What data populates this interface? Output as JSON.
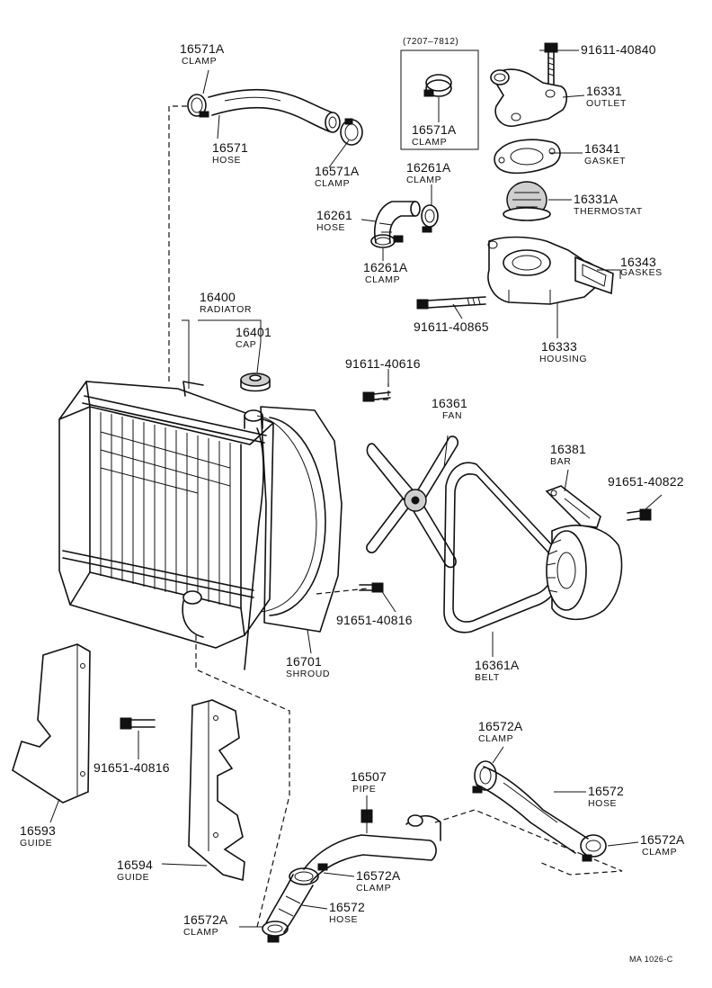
{
  "variant_note": "(7207–7812)",
  "footer_code": "MA  1026-C",
  "callouts": {
    "c16571a_top": {
      "number": "16571A",
      "name": "CLAMP"
    },
    "c16571": {
      "number": "16571",
      "name": "HOSE"
    },
    "c16571a_right": {
      "number": "16571A",
      "name": "CLAMP"
    },
    "c16571a_box": {
      "number": "16571A",
      "name": "CLAMP"
    },
    "c91611_40840": {
      "number": "91611-40840",
      "name": ""
    },
    "c16331": {
      "number": "16331",
      "name": "OUTLET"
    },
    "c16341": {
      "number": "16341",
      "name": "GASKET"
    },
    "c16261a_top": {
      "number": "16261A",
      "name": "CLAMP"
    },
    "c16261": {
      "number": "16261",
      "name": "HOSE"
    },
    "c16261a_bot": {
      "number": "16261A",
      "name": "CLAMP"
    },
    "c16331a": {
      "number": "16331A",
      "name": "THERMOSTAT"
    },
    "c16343": {
      "number": "16343",
      "name": "GASKES"
    },
    "c16400": {
      "number": "16400",
      "name": "RADIATOR"
    },
    "c16401": {
      "number": "16401",
      "name": "CAP"
    },
    "c91611_40865": {
      "number": "91611-40865",
      "name": ""
    },
    "c16333": {
      "number": "16333",
      "name": "HOUSING"
    },
    "c91611_40616": {
      "number": "91611-40616",
      "name": ""
    },
    "c16361": {
      "number": "16361",
      "name": "FAN"
    },
    "c16381": {
      "number": "16381",
      "name": "BAR"
    },
    "c91651_40822": {
      "number": "91651-40822",
      "name": ""
    },
    "c91651_40816_mid": {
      "number": "91651-40816",
      "name": ""
    },
    "c16701": {
      "number": "16701",
      "name": "SHROUD"
    },
    "c16361a": {
      "number": "16361A",
      "name": "BELT"
    },
    "c91651_40816_left": {
      "number": "91651-40816",
      "name": ""
    },
    "c16593": {
      "number": "16593",
      "name": "GUIDE"
    },
    "c16594": {
      "number": "16594",
      "name": "GUIDE"
    },
    "c16507": {
      "number": "16507",
      "name": "PIPE"
    },
    "c16572a_top": {
      "number": "16572A",
      "name": "CLAMP"
    },
    "c16572_right": {
      "number": "16572",
      "name": "HOSE"
    },
    "c16572a_right": {
      "number": "16572A",
      "name": "CLAMP"
    },
    "c16572a_mid": {
      "number": "16572A",
      "name": "CLAMP"
    },
    "c16572_mid": {
      "number": "16572",
      "name": "HOSE"
    },
    "c16572a_left": {
      "number": "16572A",
      "name": "CLAMP"
    }
  }
}
